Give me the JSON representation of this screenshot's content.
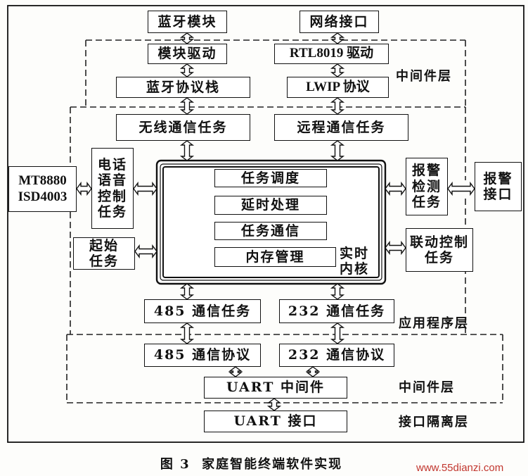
{
  "top": {
    "bluetooth_module": "蓝牙模块",
    "network_interface": "网络接口"
  },
  "middleware_top": {
    "module_driver": "模块驱动",
    "rtl_driver": "RTL8019 驱动",
    "bt_stack": "蓝牙协议栈",
    "lwip": "LWIP 协议",
    "layer_label": "中间件层"
  },
  "app": {
    "wireless_task": "无线通信任务",
    "remote_task": "远程通信任务",
    "phone_device": [
      "MT8880",
      "ISD4003"
    ],
    "phone_task": [
      "电话",
      "语音",
      "控制",
      "任务"
    ],
    "start_task": [
      "起始",
      "任务"
    ],
    "alarm_detect": [
      "报警",
      "检测",
      "任务"
    ],
    "alarm_interface": [
      "报警",
      "接口"
    ],
    "linkage_task": [
      "联动控制",
      "任务"
    ],
    "rs485_task": "485 通信任务",
    "rs232_task": "232 通信任务",
    "layer_label": "应用程序层"
  },
  "kernel": {
    "scheduling": "任务调度",
    "delay": "延时处理",
    "communication": "任务通信",
    "memory": "内存管理",
    "label": [
      "实时",
      "内核"
    ]
  },
  "middleware_bottom": {
    "rs485_protocol": "485 通信协议",
    "rs232_protocol": "232 通信协议",
    "uart_middleware": "UART 中间件",
    "layer_label": "中间件层"
  },
  "interface": {
    "uart_interface": "UART 接口",
    "layer_label": "接口隔离层"
  },
  "caption": "图 3  家庭智能终端软件实现",
  "watermark": "www.55dianzi.com"
}
